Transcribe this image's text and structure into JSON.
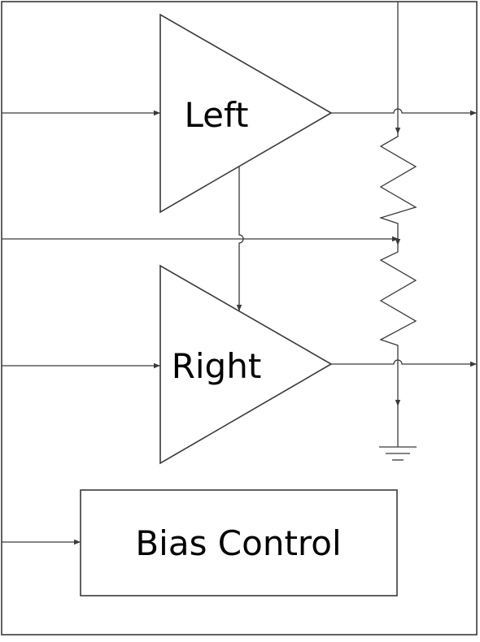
{
  "blocks": {
    "left_amp": {
      "label": "Left"
    },
    "right_amp": {
      "label": "Right"
    },
    "bias": {
      "label": "Bias Control"
    }
  }
}
